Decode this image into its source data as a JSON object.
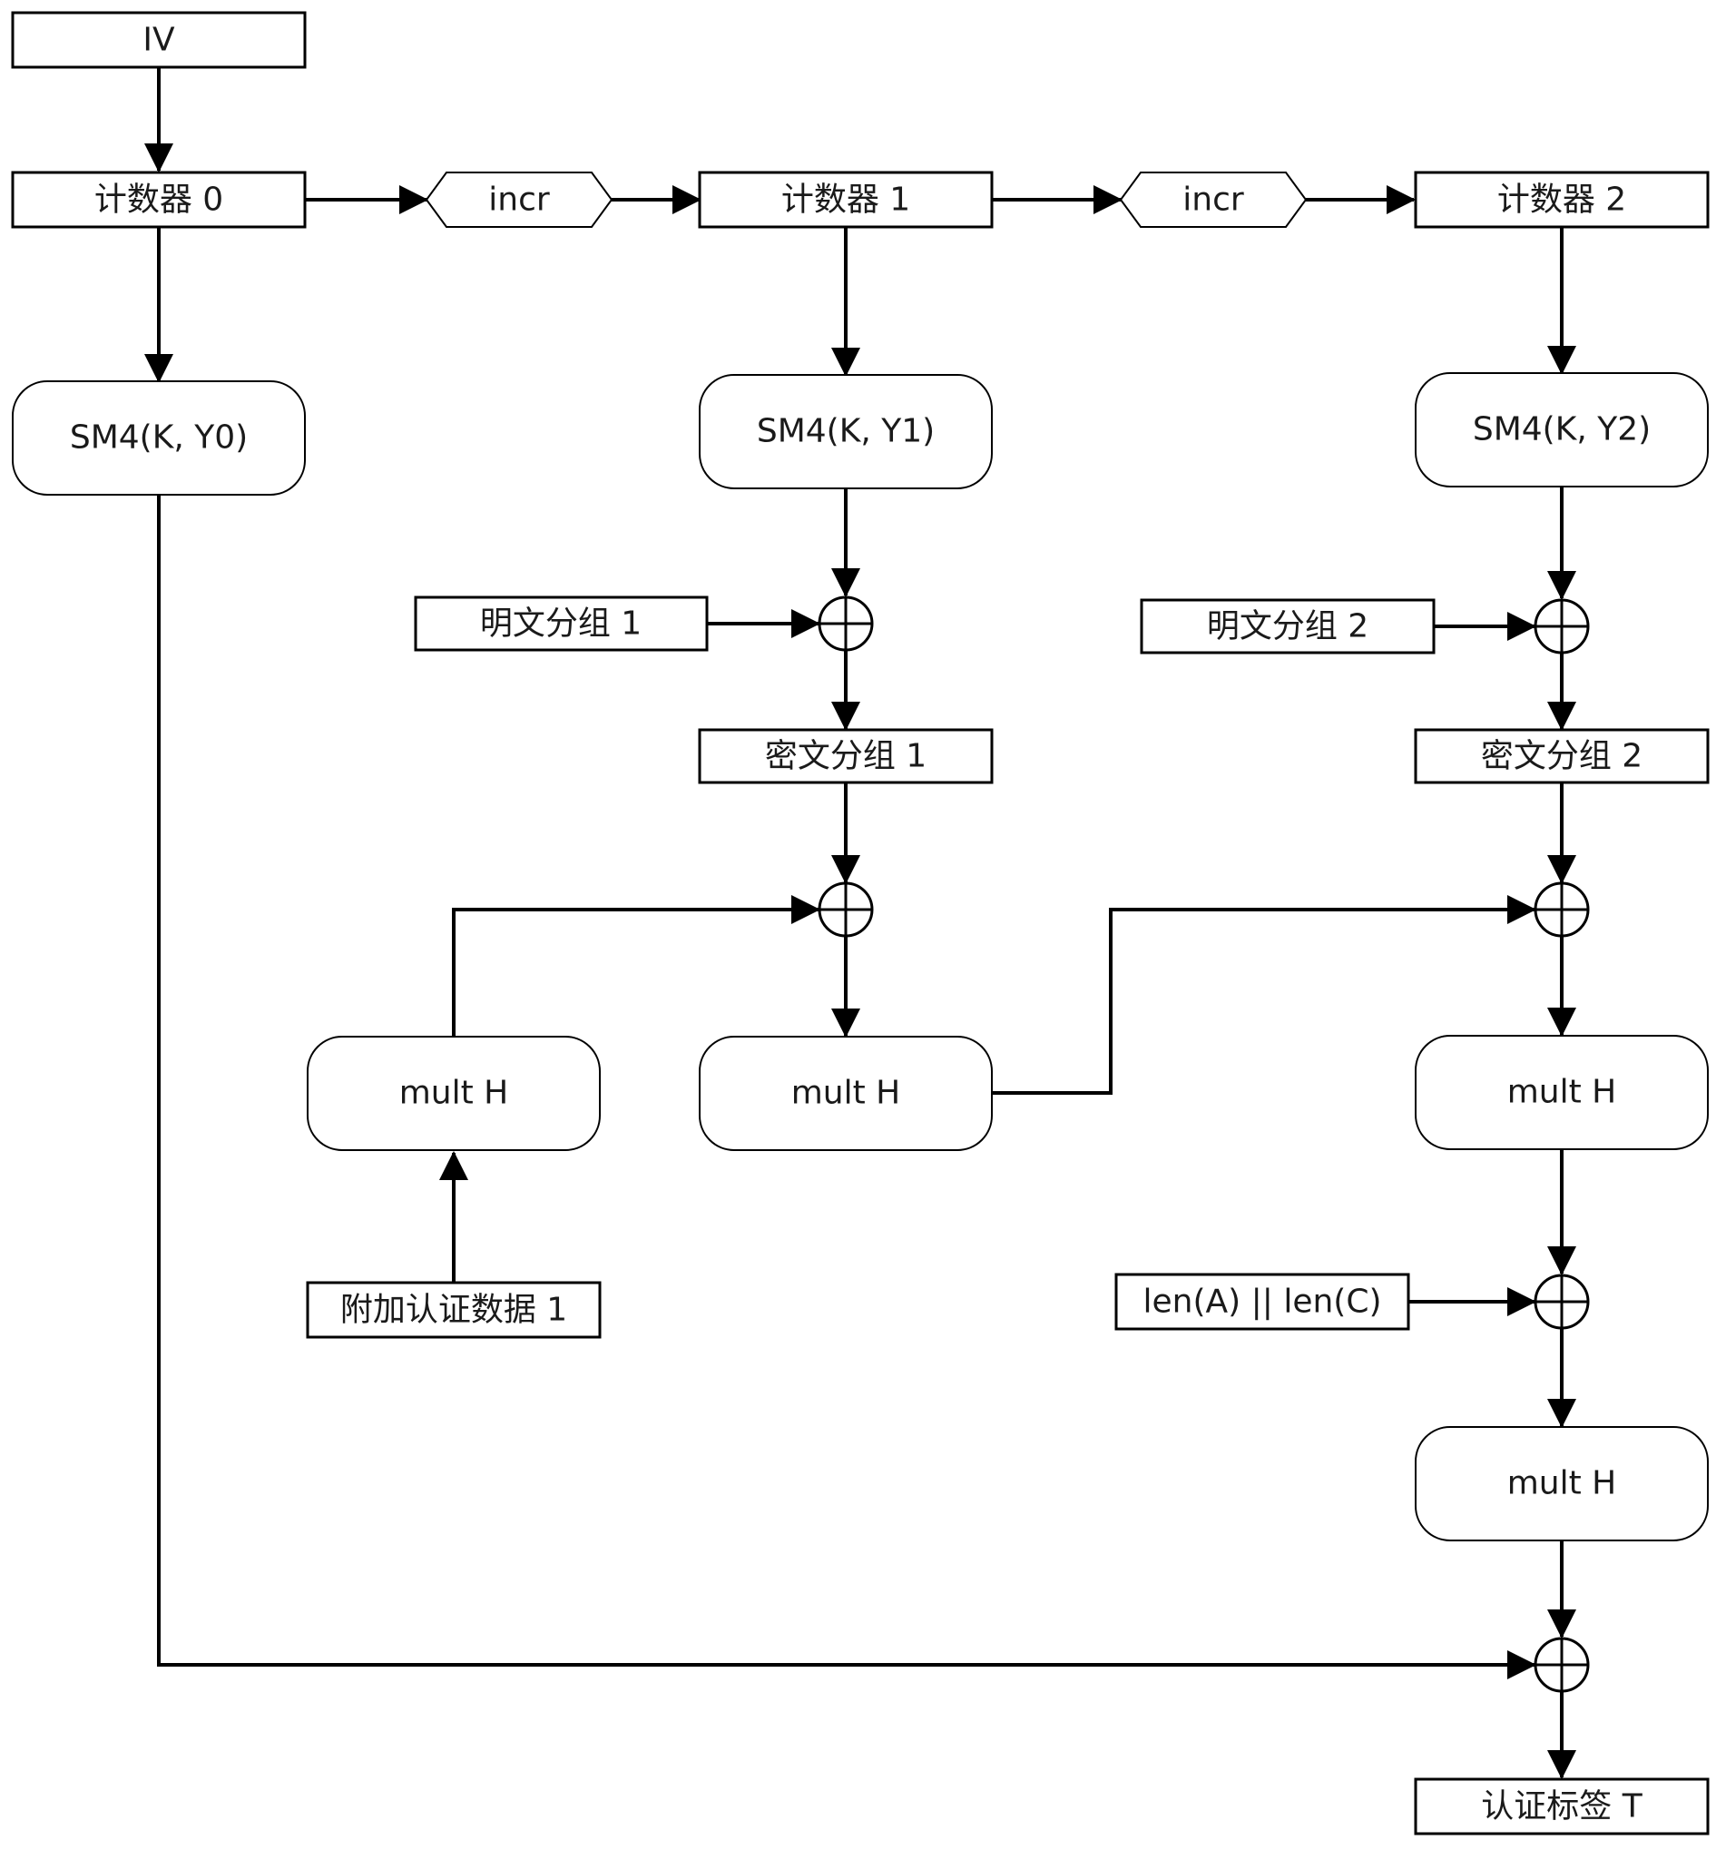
{
  "nodes": {
    "iv": "IV",
    "counter0": "计数器 0",
    "incr1": "incr",
    "counter1": "计数器 1",
    "incr2": "incr",
    "counter2": "计数器 2",
    "sm4_0": "SM4(K, Y0)",
    "sm4_1": "SM4(K, Y1)",
    "sm4_2": "SM4(K, Y2)",
    "plaintext1": "明文分组 1",
    "plaintext2": "明文分组 2",
    "ciphertext1": "密文分组 1",
    "ciphertext2": "密文分组 2",
    "multh_aad": "mult H",
    "multh_1": "mult H",
    "multh_2": "mult H",
    "multh_len": "mult H",
    "aad1": "附加认证数据 1",
    "lengths": "len(A) || len(C)",
    "tag": "认证标签 T"
  },
  "colors": {
    "line": "#000000",
    "text": "#1a1a1a",
    "fill": "#ffffff"
  }
}
